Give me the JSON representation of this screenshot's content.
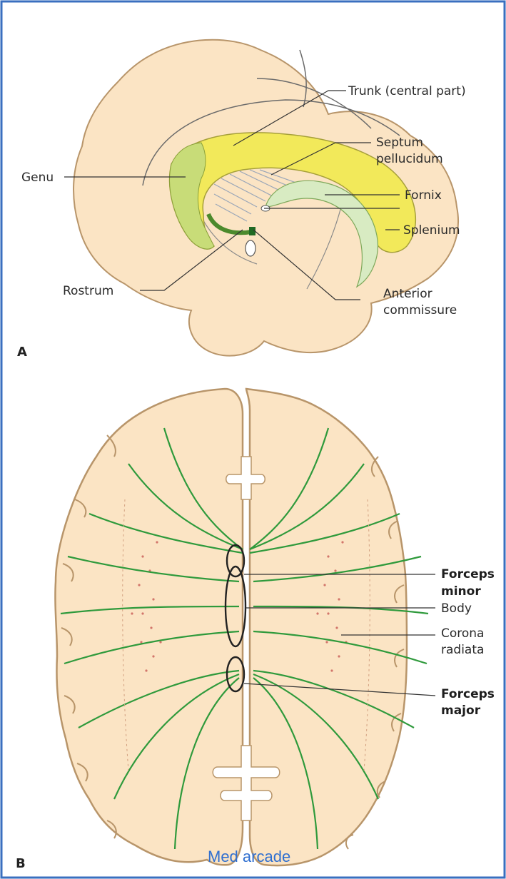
{
  "colors": {
    "border": "#3a6fbf",
    "brain_fill": "#fbe4c4",
    "brain_stroke": "#b8956a",
    "corpus_yellow": "#f2e95a",
    "genu_green": "#c8dc78",
    "fiber_green": "#2f9a3c",
    "watermark": "#2f6fd0"
  },
  "panel_a": {
    "letter": "A",
    "labels": {
      "trunk": "Trunk (central part)",
      "septum_1": "Septum",
      "septum_2": "pellucidum",
      "genu": "Genu",
      "fornix": "Fornix",
      "splenium": "Splenium",
      "rostrum": "Rostrum",
      "anterior_1": "Anterior",
      "anterior_2": "commissure"
    }
  },
  "panel_b": {
    "letter": "B",
    "labels": {
      "forceps_minor_1": "Forceps",
      "forceps_minor_2": "minor",
      "body": "Body",
      "corona_1": "Corona",
      "corona_2": "radiata",
      "forceps_major_1": "Forceps",
      "forceps_major_2": "major"
    }
  },
  "watermark": "Med arcade"
}
